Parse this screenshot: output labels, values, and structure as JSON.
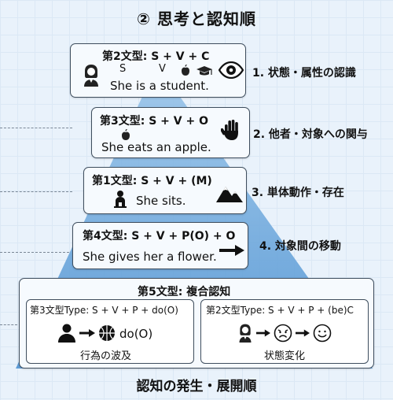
{
  "title": "② 思考と認知順",
  "footer": "認知の発生・展開順",
  "levels": [
    {
      "pattern": "第2文型: S + V + C",
      "markers": [
        "S",
        "V"
      ],
      "example": "She is a student.",
      "side_label": "1. 状態・属性の認識",
      "icons": [
        "woman-icon",
        "apple-icon",
        "graduation-cap-icon",
        "eye-icon"
      ]
    },
    {
      "pattern": "第3文型: S + V + O",
      "example": "She eats an apple.",
      "side_label": "2. 他者・対象への関与",
      "icons": [
        "apple-icon",
        "hand-icon"
      ]
    },
    {
      "pattern": "第1文型: S + V + (M)",
      "example": "She sits.",
      "side_label": "3. 単体動作・存在",
      "icons": [
        "sitting-person-icon",
        "mountain-icon"
      ]
    },
    {
      "pattern": "第4文型: S + V + P(O) + O",
      "example": "She gives her a flower.",
      "side_label": "4. 対象間の移動",
      "icons": [
        "right-arrow-icon"
      ]
    }
  ],
  "level5": {
    "title": "第5文型: 複合認知",
    "left": {
      "title": "第3文型Type: S + V + P + do(O)",
      "object_label": "do(O)",
      "caption": "行為の波及",
      "icons": [
        "person-icon",
        "right-arrow-icon",
        "ball-icon"
      ]
    },
    "right": {
      "title": "第2文型Type: S + V + P + (be)C",
      "caption": "状態変化",
      "icons": [
        "woman-icon",
        "right-arrow-icon",
        "worried-face-icon",
        "right-arrow-icon",
        "smiling-face-icon"
      ]
    }
  },
  "colors": {
    "pyramid": "#6fa9db",
    "card_border": "#3f4e5e",
    "card_fill": "#f6fafe"
  }
}
